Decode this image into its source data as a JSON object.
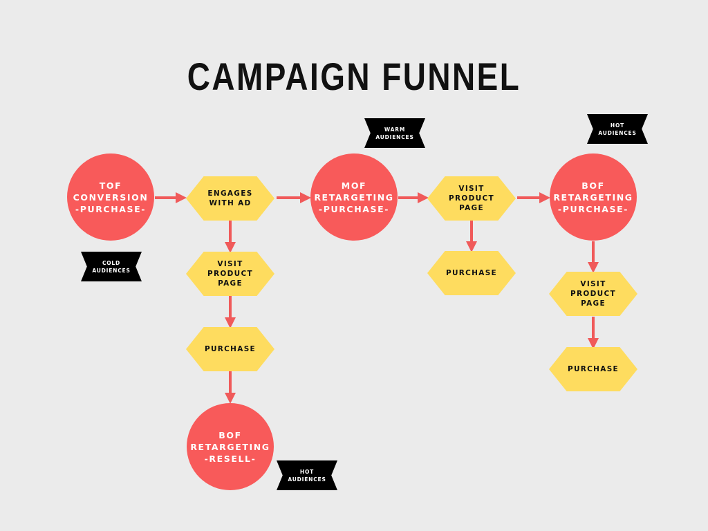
{
  "title": "CAMPAIGN FUNNEL",
  "colors": {
    "background": "#ebebeb",
    "circle": "#f85a5a",
    "hexagon": "#fedc5f",
    "tag": "#000000",
    "arrow": "#f05a5a"
  },
  "stages": {
    "tof": {
      "line1": "TOF",
      "line2": "CONVERSION",
      "line3": "-PURCHASE-"
    },
    "mof": {
      "line1": "MOF",
      "line2": "RETARGETING",
      "line3": "-PURCHASE-"
    },
    "bof_purchase": {
      "line1": "BOF",
      "line2": "RETARGETING",
      "line3": "-PURCHASE-"
    },
    "bof_resell": {
      "line1": "BOF",
      "line2": "RETARGETING",
      "line3": "-RESELL-"
    }
  },
  "steps": {
    "engages": {
      "line1": "ENGAGES",
      "line2": "WITH AD"
    },
    "visit1": {
      "line1": "VISIT",
      "line2": "PRODUCT",
      "line3": "PAGE"
    },
    "purchase1": "PURCHASE",
    "visit2": {
      "line1": "VISIT",
      "line2": "PRODUCT",
      "line3": "PAGE"
    },
    "purchase2": "PURCHASE",
    "visit3": {
      "line1": "VISIT",
      "line2": "PRODUCT",
      "line3": "PAGE"
    },
    "purchase3": "PURCHASE"
  },
  "tags": {
    "cold": {
      "line1": "COLD",
      "line2": "AUDIENCES"
    },
    "warm": {
      "line1": "WARM",
      "line2": "AUDIENCES"
    },
    "hot_top": {
      "line1": "HOT",
      "line2": "AUDIENCES"
    },
    "hot_bottom": {
      "line1": "HOT",
      "line2": "AUDIENCES"
    }
  }
}
